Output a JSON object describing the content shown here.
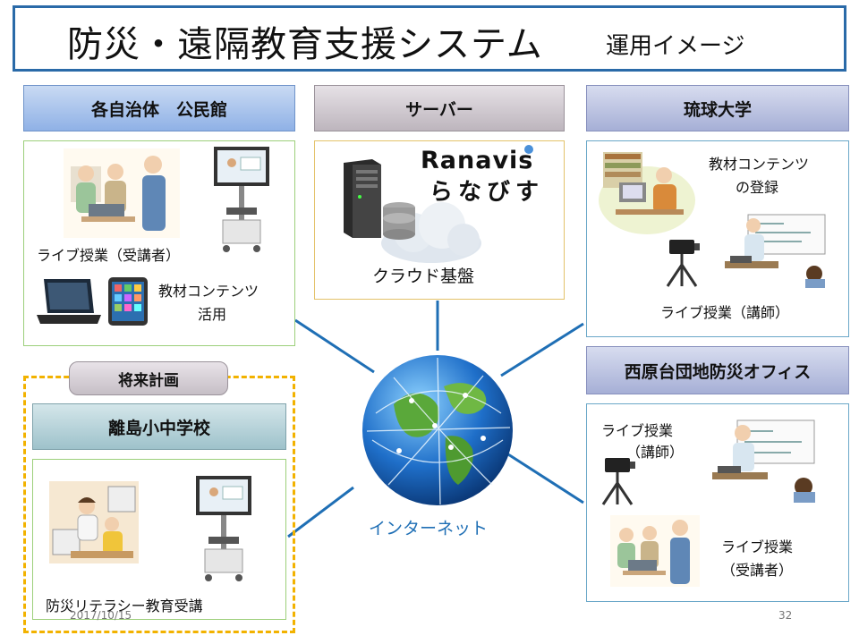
{
  "title": {
    "main": "防災・遠隔教育支援システム",
    "sub": "運用イメージ"
  },
  "headers": {
    "municipal": "各自治体　公民館",
    "server": "サーバー",
    "university": "琉球大学",
    "nishihara": "西原台団地防災オフィス",
    "future": "将来計画",
    "island": "離島小中学校"
  },
  "labels": {
    "live_student": "ライブ授業（受講者）",
    "content_use": [
      "教材コンテンツ",
      "活用"
    ],
    "ranavis_en": "Ranavis",
    "ranavis_jp": "らなびす",
    "cloud": "クラウド基盤",
    "content_register": [
      "教材コンテンツ",
      "の登録"
    ],
    "live_lecturer": "ライブ授業（講師）",
    "nishihara_lecturer": [
      "ライブ授業",
      "（講師）"
    ],
    "nishihara_student": [
      "ライブ授業",
      "（受講者）"
    ],
    "internet": "インターネット",
    "literacy": "防災リテラシー教育受講"
  },
  "footer": {
    "date": "2017/10/15",
    "page": "32"
  },
  "colors": {
    "title_border": "#2a6aa8",
    "connector": "#1f6fb5",
    "dashed_border": "#f2b200",
    "internet_text": "#1f6fb5"
  },
  "icons": [
    "people-meeting-icon",
    "video-monitor-cart-icon",
    "laptop-icon",
    "tablet-icon",
    "server-tower-icon",
    "database-icon",
    "cloud-icon",
    "classroom-icon",
    "video-camera-tripod-icon",
    "lecturer-icon",
    "globe-icon",
    "students-computer-icon"
  ]
}
